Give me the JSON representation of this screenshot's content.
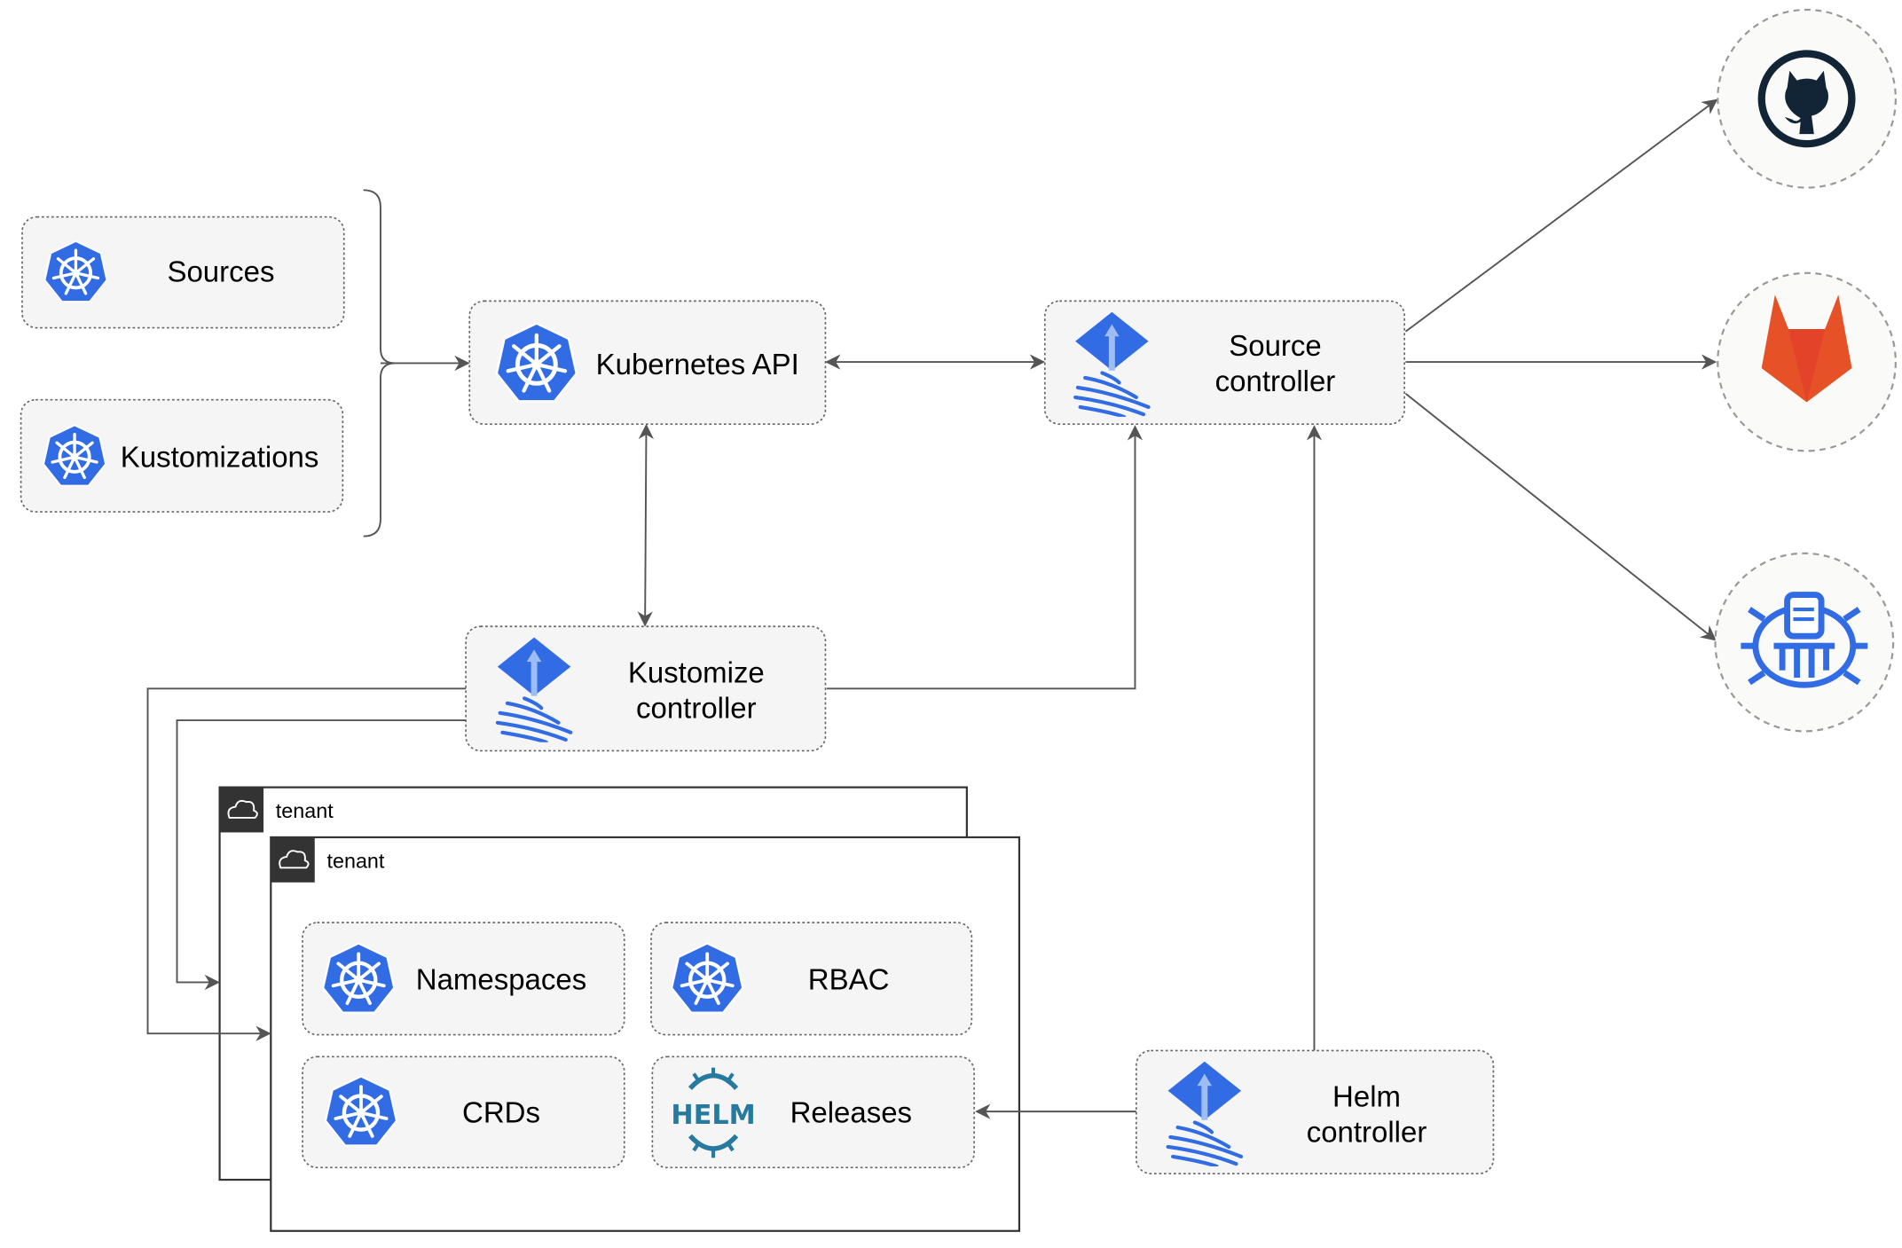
{
  "nodes": {
    "sources": {
      "label": "Sources",
      "icon": "kubernetes-icon"
    },
    "kustomizations": {
      "label": "Kustomizations",
      "icon": "kubernetes-icon"
    },
    "kubernetes_api": {
      "label": "Kubernetes API",
      "icon": "kubernetes-icon"
    },
    "source_controller": {
      "line1": "Source",
      "line2": "controller",
      "icon": "flux-icon"
    },
    "kustomize_controller": {
      "line1": "Kustomize",
      "line2": "controller",
      "icon": "flux-icon"
    },
    "helm_controller": {
      "line1": "Helm",
      "line2": "controller",
      "icon": "flux-icon"
    },
    "namespaces": {
      "label": "Namespaces",
      "icon": "kubernetes-icon"
    },
    "rbac": {
      "label": "RBAC",
      "icon": "kubernetes-icon"
    },
    "crds": {
      "label": "CRDs",
      "icon": "kubernetes-icon"
    },
    "releases": {
      "label": "Releases",
      "icon": "helm-icon",
      "logo_text": "HELM"
    }
  },
  "tenants": [
    {
      "label": "tenant"
    },
    {
      "label": "tenant"
    }
  ],
  "external_sources": [
    {
      "icon": "github-icon"
    },
    {
      "icon": "gitlab-icon"
    },
    {
      "icon": "helm-repository-icon"
    }
  ],
  "colors": {
    "kubernetes_blue": "#326CE5",
    "helm_teal": "#277A9F",
    "github_dark": "#122536",
    "gitlab_orange": "#E24329",
    "gitlab_light": "#FCA326"
  }
}
